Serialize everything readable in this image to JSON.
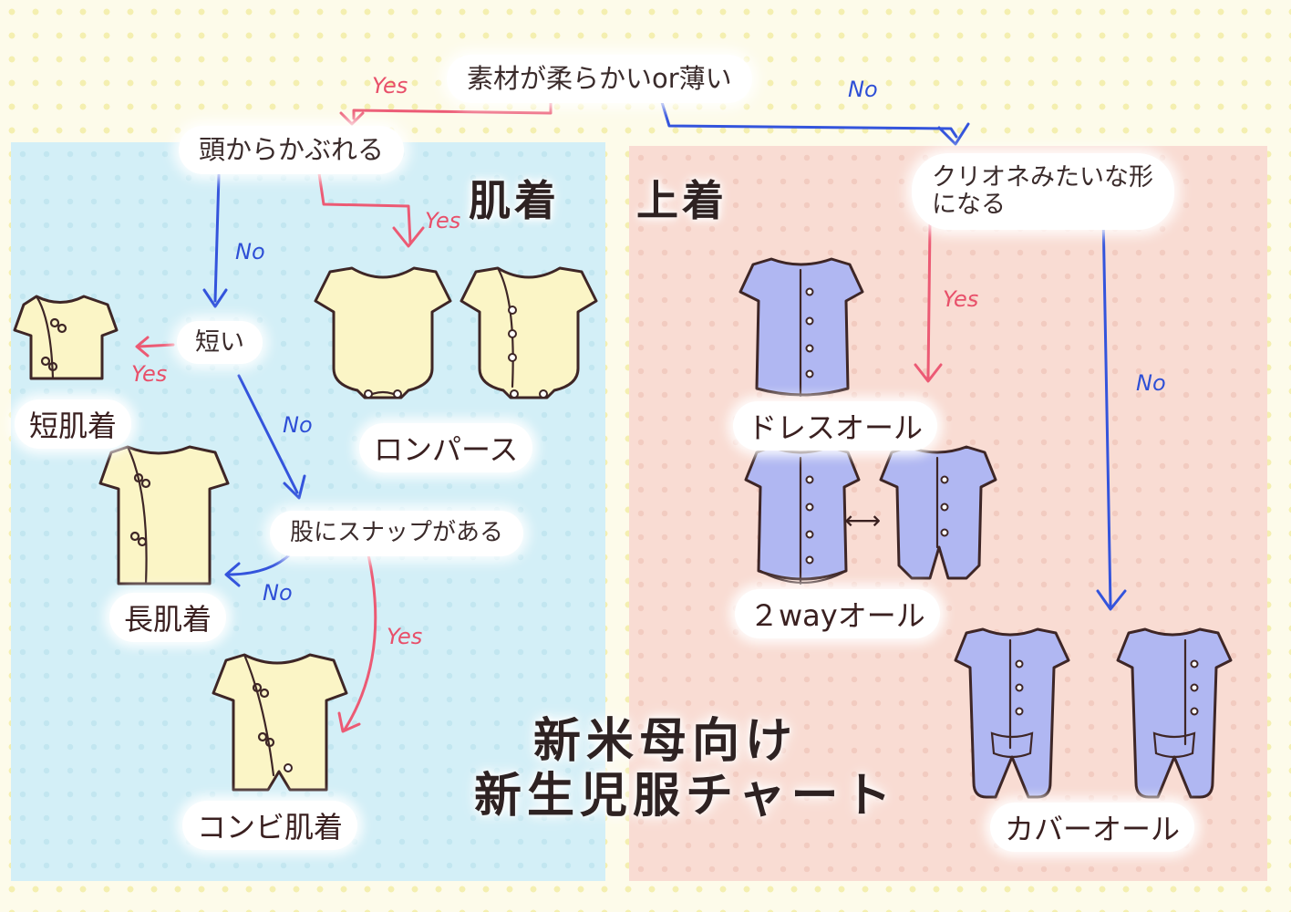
{
  "title": [
    "新米母向け",
    "新生児服チャート"
  ],
  "sections": {
    "left": "肌着",
    "right": "上着"
  },
  "nodes": {
    "root": "素材が柔らかいor薄い",
    "head": "頭からかぶれる",
    "short": "短い",
    "snap": "股にスナップがある",
    "clione": "クリオネみたいな形になる"
  },
  "results": {
    "tanhadagi": "短肌着",
    "rompers": "ロンパース",
    "nagahadagi": "長肌着",
    "combi": "コンビ肌着",
    "dressall": "ドレスオール",
    "twoway": "２wayオール",
    "coverall": "カバーオール"
  },
  "answers": {
    "yes": "Yes",
    "no": "No"
  },
  "twoway_symbol": "⟷",
  "colors": {
    "yes": "#e8506a",
    "no": "#2e4fd6",
    "underwear_panel": "#d3eff7",
    "outerwear_panel": "#f9dcd3",
    "underwear_garment": "#fbf5c6",
    "outerwear_garment": "#b0b7f2"
  }
}
